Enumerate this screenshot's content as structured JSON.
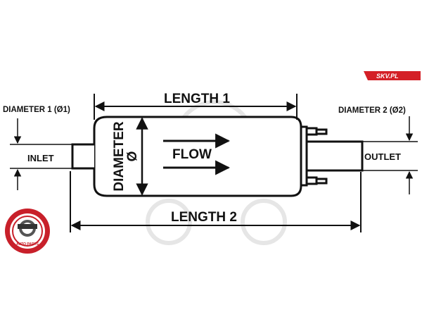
{
  "brand": {
    "badge_text": "SKV.PL",
    "badge_color": "#d42027",
    "seal_text": "AUTO PARTS",
    "seal_color": "#c8202a"
  },
  "labels": {
    "length1": "LENGTH 1",
    "length2": "LENGTH 2",
    "diameter1": "DIAMETER 1 (Ø1)",
    "diameter2": "DIAMETER 2 (Ø2)",
    "diameter_word": "DIAMETER",
    "diameter_symbol": "Ø",
    "flow": "FLOW",
    "inlet": "INLET",
    "outlet": "OUTLET"
  },
  "colors": {
    "line": "#111111",
    "watermark": "#e4e4e4"
  }
}
